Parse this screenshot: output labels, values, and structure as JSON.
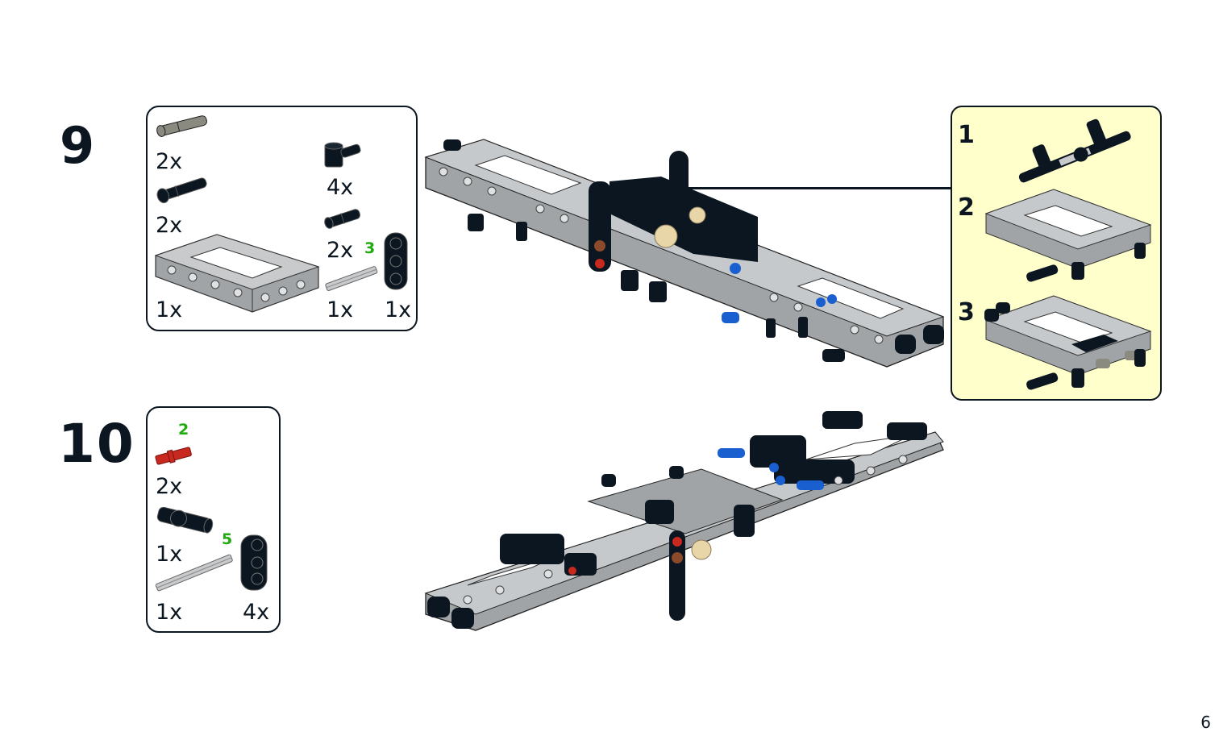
{
  "page": {
    "number": "6"
  },
  "steps": [
    {
      "number": "9",
      "parts_list": [
        {
          "part": "pin-with-friction-long",
          "color": "#8b8a80",
          "quantity": "2x"
        },
        {
          "part": "pin-long-black",
          "color": "#0b1620",
          "quantity": "2x"
        },
        {
          "part": "open-frame-5x7",
          "color": "#a0a4a6",
          "quantity": "1x"
        },
        {
          "part": "pin-connector-perpendicular",
          "color": "#0b1620",
          "quantity": "4x"
        },
        {
          "part": "pin-black",
          "color": "#0b1620",
          "quantity": "2x"
        },
        {
          "part": "axle",
          "color": "#a0a4a6",
          "quantity": "1x",
          "length": "3"
        },
        {
          "part": "beam-3-thick",
          "color": "#0b1620",
          "quantity": "1x"
        }
      ],
      "subassembly": {
        "background": "#ffffcc",
        "substeps": [
          {
            "number": "1"
          },
          {
            "number": "2"
          },
          {
            "number": "3"
          }
        ]
      }
    },
    {
      "number": "10",
      "parts_list": [
        {
          "part": "axle-2-notched",
          "color": "#c8281e",
          "quantity": "2x",
          "length": "2"
        },
        {
          "part": "pin-connector-axle",
          "color": "#0b1620",
          "quantity": "1x"
        },
        {
          "part": "axle",
          "color": "#a0a4a6",
          "quantity": "1x",
          "length": "5"
        },
        {
          "part": "beam-3-thick",
          "color": "#0b1620",
          "quantity": "4x"
        }
      ]
    }
  ],
  "colors": {
    "ink": "#0b1620",
    "length_label": "#22aa11",
    "callout_bg": "#ffffcc",
    "frame_gray": "#a0a4a6"
  }
}
